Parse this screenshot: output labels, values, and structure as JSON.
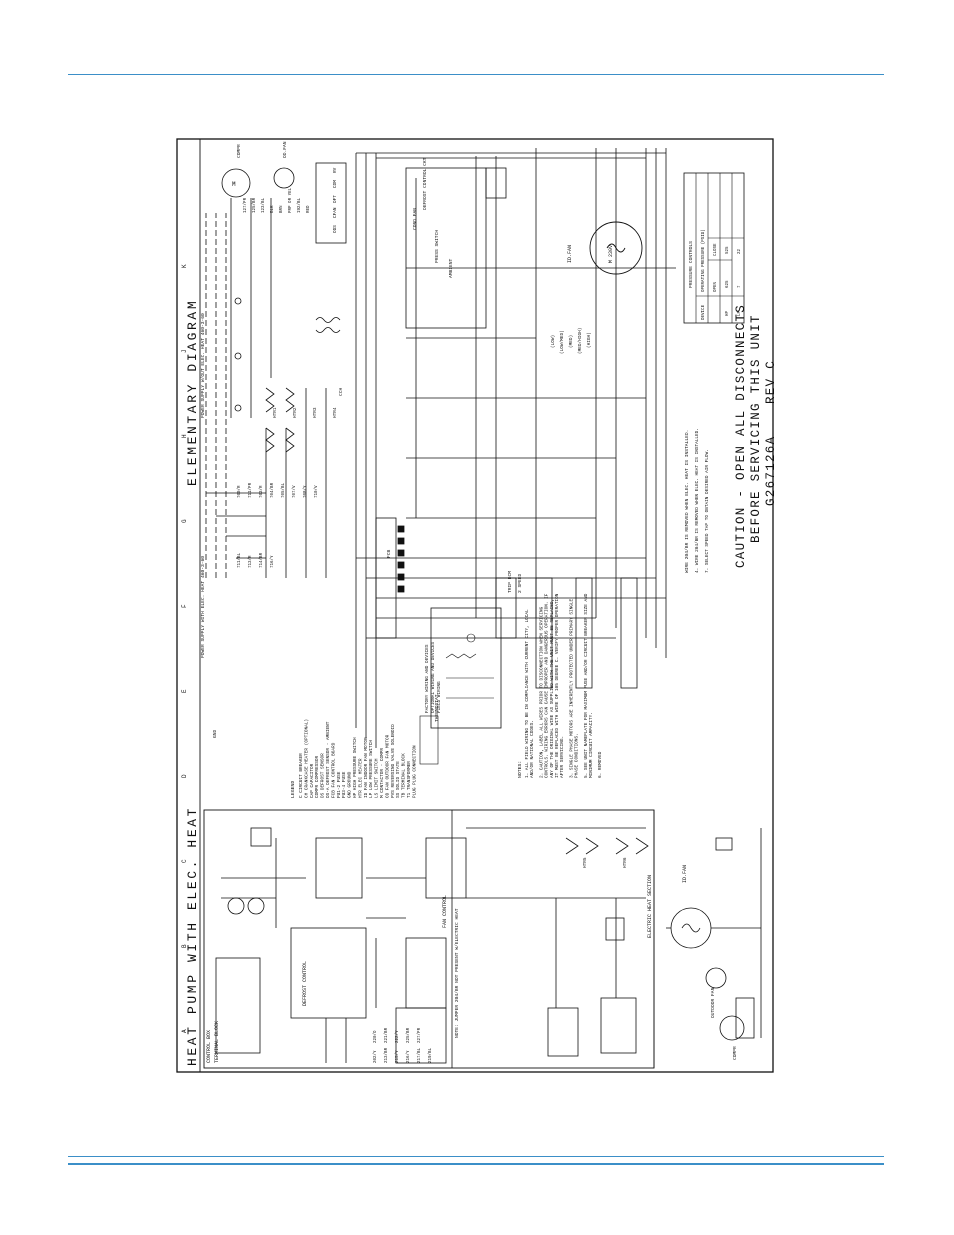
{
  "diagram": {
    "title": "ELEMENTARY  DIAGRAM",
    "subtitle": "HEAT PUMP WITH ELEC. HEAT",
    "caution_line1": "CAUTION - OPEN ALL DISCONNECTS",
    "caution_line2": "BEFORE SERVICING THIS UNIT",
    "drawing_number": "G267126A",
    "revision": "REV C",
    "column_letters": [
      "A",
      "B",
      "C",
      "D",
      "E",
      "F",
      "G",
      "H",
      "J",
      "K"
    ],
    "power_supply_left": "POWER SUPPLY WITH ELEC. HEAT 460-3-60",
    "power_supply_right": "POWER SUPPLY W/OUT ELEC. HEAT 460-3-60",
    "pressure_table": {
      "title": "PRESSURE CONTROLS",
      "headers": [
        "DEVICE",
        "OPERATING PRESSURE (PSIG)",
        "OPEN",
        "CLOSE"
      ],
      "rows": [
        [
          "HP",
          "625",
          "525"
        ],
        [
          "LP",
          "7",
          "22"
        ]
      ]
    },
    "legend_title": "LEGEND",
    "legend": [
      "C     CIRCUIT BREAKER",
      "CH    CRANKCASE HEATER (OPTIONAL)",
      "CAP   CAPACITOR",
      "COMPR COMPRESSOR",
      "DS    DEFROST SENSOR",
      "DS-A  DEFROST SENSOR - AMBIENT",
      "FCB   FAN CONTROL BOARD",
      "FU1-2 FUSE",
      "FU3-4 FUSE",
      "GND   GROUND",
      "HP    HIGH PRESSURE SWITCH",
      "HTR   ELEC HEATER",
      "ID FAN INDOOR FAN MOTOR",
      "LP    LOW PRESSURE SWITCH",
      "LS    LIMIT SWITCH",
      "M     CONTACTOR - COMPR",
      "OD FAN OUTDOOR FAN MOTOR",
      "PVS   REVERSING VALVE SOLENOID",
      "SS    SOLID STATE",
      "TB    TERMINAL BLOCK",
      "T1    TRANSFORMER",
      "PLUG  PLUG CONNECTION"
    ],
    "wiring_key": [
      "FACTORY WIRING AND DEVICES",
      "OPTIONAL WIRING AND DEVICES",
      "FIELD WIRING"
    ],
    "thermostat_label": "THERMOSTAT",
    "notes_title": "NOTES:",
    "notes": [
      "1. ALL FIELD WIRING TO BE IN COMPLIANCE WITH CURRENT CITY, LOCAL AND/OR NATIONAL CODES.",
      "2. CAUTION, LABEL ALL WIRES PRIOR TO DISCONNECTION WHEN SERVICING CONTROLS. WIRING ERRORS CAN CAUSE IMPROPER AND DANGEROUS OPERATION. IF ANY OF THE ORIGINAL WIRE AS SUPPLIED WITH THE UNIT MUST BE REPLACED, IT MUST BE REPLACED WITH WIRE OF 105 DEGREE C. VERIFY PROPER OPERATION AFTER SERVICING.",
      "3. SINGLE PHASE MOTORS ARE INHERENTLY PROTECTED UNDER PRIMARY SINGLE PHASE CONDITIONS.",
      "4. WIRE 204/BR IS REMOVED WHEN ELEC. HEAT IS INSTALLED.",
      "5. SEE UNIT NAMEPLATE FOR MAXIMUM FUSE AND/OR CIRCUIT BREAKER SIZE AND MINIMUM CIRCUIT AMPACITY.",
      "6. REMOVED",
      "7. SELECT SPEED TAP TO OBTAIN DESIRED AIR FLOW."
    ],
    "section_labels": {
      "control_box": "CONTROL BOX",
      "terminal_block": "TERMINAL BLOCK",
      "defrost_control": "DEFROST CONTROL",
      "fan_control": "FAN CONTROL",
      "electric_heat_section": "ELECTRIC HEAT SECTION",
      "id_fan": "ID.FAN",
      "od_fan": "OD.FAN",
      "compr": "COMPR",
      "outdoor_fan": "OUTDOOR FAN",
      "jumper_note": "NOTE: JUMPER 204/BR NOT PRESENT W/ELECTRIC HEAT",
      "trip_ecm": "TRIP ECM",
      "two_speed": "2 SPEED",
      "fcb": "FCB",
      "cch": "CCH",
      "cond_fan": "COND FAN",
      "defrost_control_ckt": "DEFROST CONTROL CKT",
      "press_switch": "PRESS SWITCH",
      "ambient": "AMBIENT",
      "wire_note": "WIRE 204/BR IS REMOVED WHEN ELEC. HEAT IS INSTALLED."
    },
    "fan_speed_taps": [
      "(LOW)",
      "(LOW/MED)",
      "(MED)",
      "(MED/HIGH)",
      "(HIGH)"
    ],
    "wire_labels_top": [
      "127/PR",
      "125/BR",
      "123/BL",
      "BLK",
      "BRN",
      "PRP OR YEL",
      "192/BL",
      "RED"
    ],
    "wire_labels_mid": [
      "700/R",
      "711/PR",
      "703/R",
      "704/BR",
      "705/BL",
      "707/V",
      "708/Y",
      "710/V",
      "711/BL",
      "713/R",
      "714/BR",
      "716/Y"
    ],
    "wire_labels_left": [
      "202/Y",
      "213/BR",
      "215/Y",
      "216/Y",
      "217/BL",
      "219/BL",
      "220/O",
      "221/BR",
      "222/Y",
      "225/BR",
      "227/PR"
    ],
    "motor_label": "M 230V",
    "heater_labels": [
      "HTR1",
      "HTR2",
      "HTR3",
      "HTR4",
      "HTR5",
      "HTR6"
    ],
    "block_labels": [
      "ODS",
      "CFAN",
      "DFT",
      "COM",
      "RV"
    ],
    "gnd_label": "GND"
  }
}
